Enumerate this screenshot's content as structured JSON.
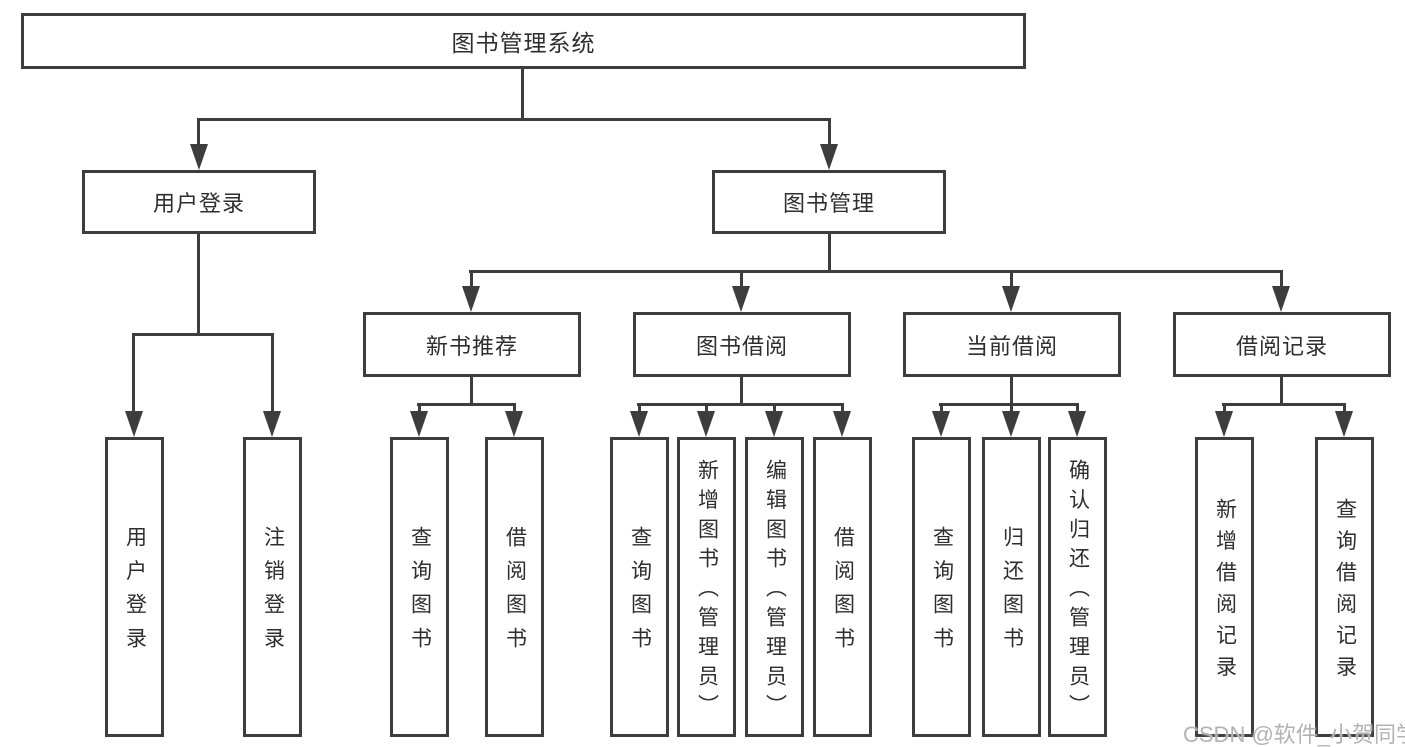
{
  "title": "图书管理系统",
  "watermark": "CSDN @软件_小贺同学",
  "colors": {
    "line": "#3d3d3d",
    "text": "#2e2e2e",
    "background": "#ffffff",
    "watermark": "#b3b3b3"
  },
  "tree": {
    "root": {
      "label": "图书管理系统"
    },
    "branches": [
      {
        "label": "用户登录",
        "children": [
          {
            "label": "用户登录"
          },
          {
            "label": "注销登录"
          }
        ]
      },
      {
        "label": "图书管理",
        "children": [
          {
            "label": "新书推荐",
            "children": [
              {
                "label": "查询图书"
              },
              {
                "label": "借阅图书"
              }
            ]
          },
          {
            "label": "图书借阅",
            "children": [
              {
                "label": "查询图书"
              },
              {
                "label": "新增图书（管理员）"
              },
              {
                "label": "编辑图书（管理员）"
              },
              {
                "label": "借阅图书"
              }
            ]
          },
          {
            "label": "当前借阅",
            "children": [
              {
                "label": "查询图书"
              },
              {
                "label": "归还图书"
              },
              {
                "label": "确认归还（管理员）"
              }
            ]
          },
          {
            "label": "借阅记录",
            "children": [
              {
                "label": "新增借阅记录"
              },
              {
                "label": "查询借阅记录"
              }
            ]
          }
        ]
      }
    ]
  }
}
